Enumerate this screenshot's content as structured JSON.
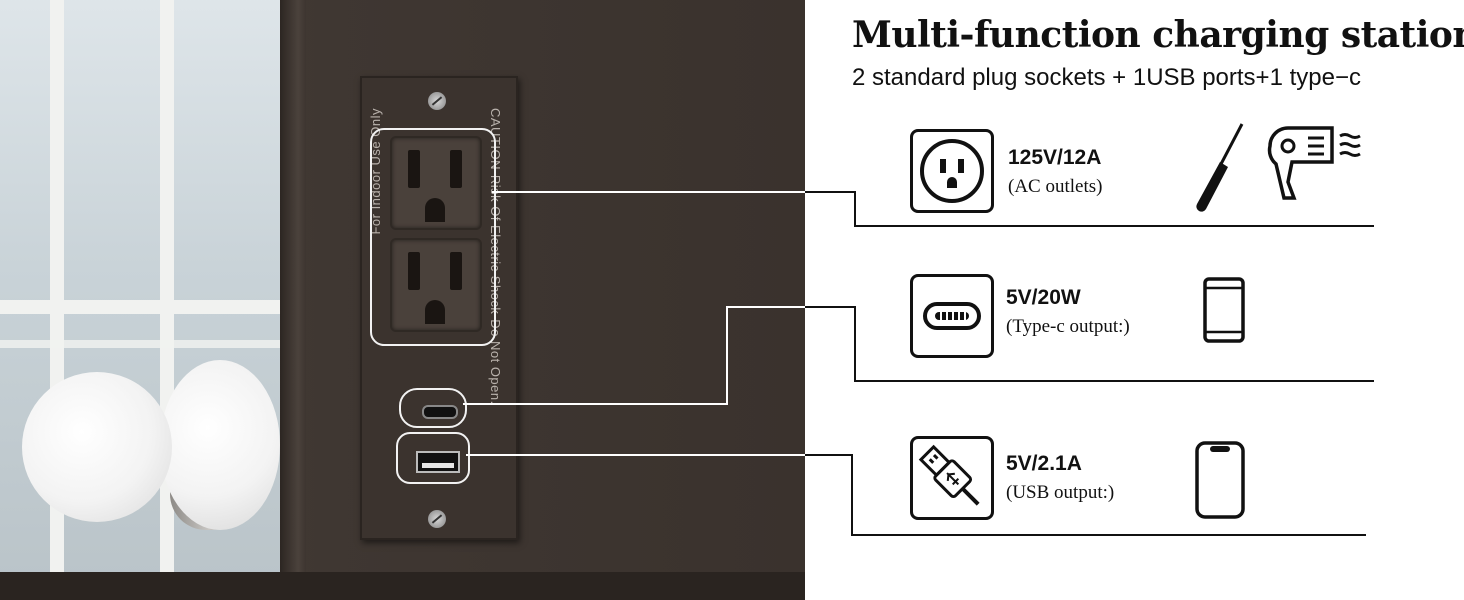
{
  "title": "Multi-function charging station",
  "subtitle": "2 standard plug sockets + 1USB ports+1 type−c",
  "plate_text": {
    "left": "For Indoor Use Only",
    "right": "CAUTION-Risk Of Electric Shock-Do Not Open."
  },
  "features": [
    {
      "icon": "ac-outlet-icon",
      "rating": "125V/12A",
      "label": "(AC outlets)",
      "devices": [
        "screwdriver-icon",
        "hair-dryer-icon"
      ]
    },
    {
      "icon": "type-c-port-icon",
      "rating": "5V/20W",
      "label": "(Type-c output:)",
      "devices": [
        "tablet-icon"
      ]
    },
    {
      "icon": "usb-cable-icon",
      "rating": "5V/2.1A",
      "label": "(USB output:)",
      "devices": [
        "smartphone-icon"
      ]
    }
  ],
  "colors": {
    "line": "#ffffff",
    "text": "#111111",
    "plate": "#3b332e",
    "wall": "#3f3732"
  }
}
